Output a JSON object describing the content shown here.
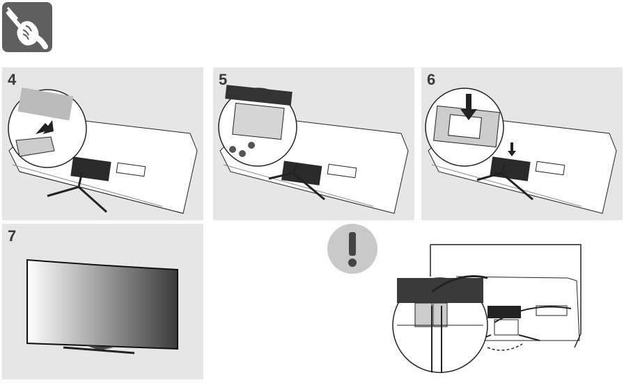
{
  "icons": {
    "tool": "screwdriver-hand-icon",
    "caution": "exclamation-icon"
  },
  "steps": [
    {
      "number": "4"
    },
    {
      "number": "5"
    },
    {
      "number": "6"
    },
    {
      "number": "7"
    }
  ],
  "colors": {
    "panel_bg": "#e6e6e6",
    "icon_bg": "#5f5f5f",
    "caution_bg": "#c9c9c9",
    "line": "#222222"
  }
}
